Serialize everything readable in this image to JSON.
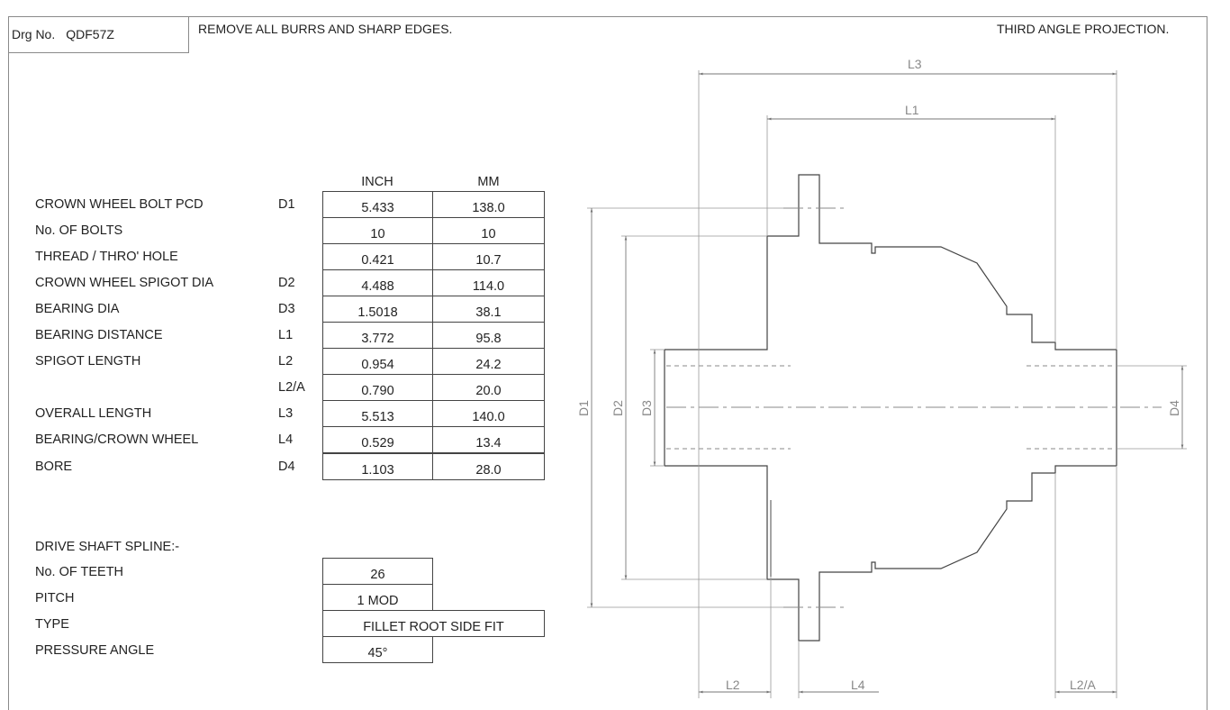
{
  "header": {
    "drg_label": "Drg No.",
    "drg_number": "QDF57Z",
    "note": "REMOVE ALL BURRS AND SHARP EDGES.",
    "projection": "THIRD ANGLE PROJECTION."
  },
  "spec_table": {
    "col_inch": "INCH",
    "col_mm": "MM",
    "rows": [
      {
        "label": "CROWN WHEEL BOLT PCD",
        "code": "D1",
        "inch": "5.433",
        "mm": "138.0"
      },
      {
        "label": "No. OF BOLTS",
        "code": "",
        "inch": "10",
        "mm": "10"
      },
      {
        "label": "THREAD / THRO' HOLE",
        "code": "",
        "inch": "0.421",
        "mm": "10.7"
      },
      {
        "label": "CROWN WHEEL SPIGOT DIA",
        "code": "D2",
        "inch": "4.488",
        "mm": "114.0"
      },
      {
        "label": "BEARING DIA",
        "code": "D3",
        "inch": "1.5018",
        "mm": "38.1"
      },
      {
        "label": "BEARING DISTANCE",
        "code": "L1",
        "inch": "3.772",
        "mm": "95.8"
      },
      {
        "label": "SPIGOT LENGTH",
        "code": "L2",
        "inch": "0.954",
        "mm": "24.2"
      },
      {
        "label": "",
        "code": "L2/A",
        "inch": "0.790",
        "mm": "20.0"
      },
      {
        "label": "OVERALL LENGTH",
        "code": "L3",
        "inch": "5.513",
        "mm": "140.0"
      },
      {
        "label": "BEARING/CROWN WHEEL",
        "code": "L4",
        "inch": "0.529",
        "mm": "13.4"
      },
      {
        "label": "BORE",
        "code": "D4",
        "inch": "1.103",
        "mm": "28.0"
      }
    ]
  },
  "spline": {
    "title": "DRIVE SHAFT SPLINE:-",
    "rows": [
      {
        "label": "No. OF TEETH",
        "value": "26"
      },
      {
        "label": "PITCH",
        "value": "1 MOD"
      },
      {
        "label": "TYPE",
        "value": "FILLET ROOT SIDE FIT"
      },
      {
        "label": "PRESSURE ANGLE",
        "value": "45°"
      }
    ]
  },
  "drawing": {
    "dim_labels": {
      "L3": "L3",
      "L1": "L1",
      "D1": "D1",
      "D2": "D2",
      "D3": "D3",
      "D4": "D4",
      "L2": "L2",
      "L4": "L4",
      "L2A": "L2/A"
    }
  }
}
